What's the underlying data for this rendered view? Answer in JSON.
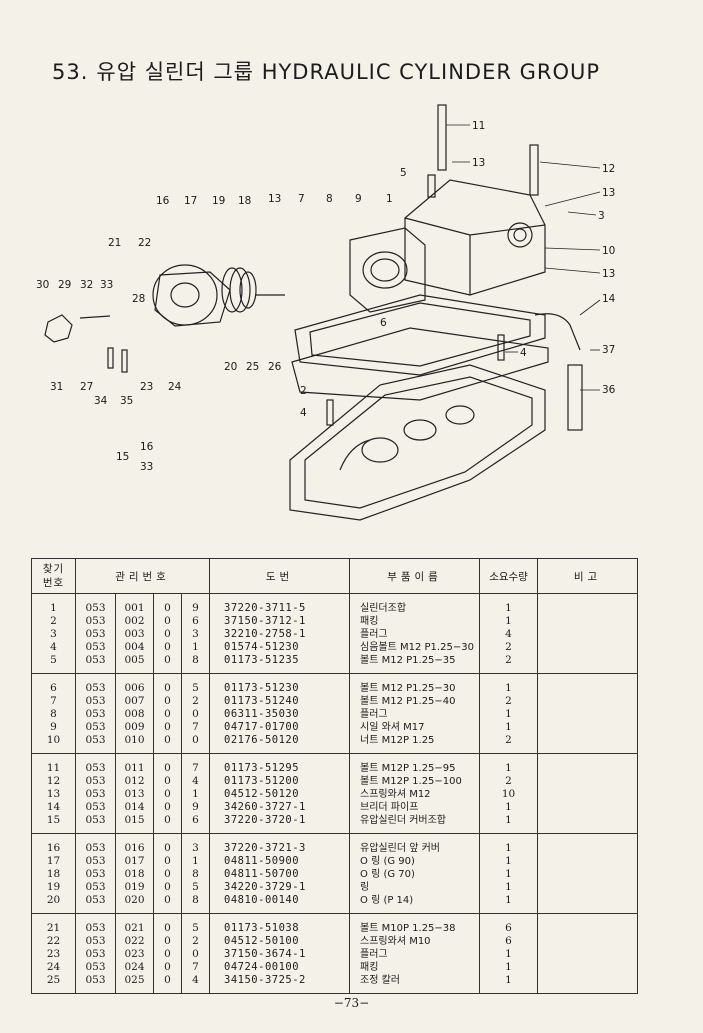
{
  "title": {
    "number": "53.",
    "korean": "유압 실린더 그룹",
    "english": "HYDRAULIC CYLINDER GROUP"
  },
  "callouts": [
    "11",
    "13",
    "5",
    "12",
    "13",
    "3",
    "16",
    "17",
    "19",
    "18",
    "13",
    "7",
    "8",
    "9",
    "1",
    "10",
    "13",
    "14",
    "21",
    "22",
    "30",
    "29",
    "32",
    "33",
    "28",
    "6",
    "4",
    "37",
    "36",
    "20",
    "25",
    "26",
    "2",
    "4",
    "31",
    "27",
    "23",
    "24",
    "34",
    "35",
    "15",
    "16",
    "33"
  ],
  "table": {
    "headers": {
      "ref_line1": "찾기",
      "ref_line2": "번호",
      "mgmt": "관리번호",
      "drawing": "도번",
      "part_name": "부품이름",
      "qty": "소요수량",
      "remarks": "비고"
    },
    "groups": [
      [
        {
          "ref": "1",
          "m1": "053",
          "m2": "001",
          "m3": "0",
          "m4": "9",
          "part_no": "37220-3711-5",
          "name": "실린더조합",
          "qty": "1",
          "remarks": ""
        },
        {
          "ref": "2",
          "m1": "053",
          "m2": "002",
          "m3": "0",
          "m4": "6",
          "part_no": "37150-3712-1",
          "name": "패킹",
          "qty": "1",
          "remarks": ""
        },
        {
          "ref": "3",
          "m1": "053",
          "m2": "003",
          "m3": "0",
          "m4": "3",
          "part_no": "32210-2758-1",
          "name": "플러그",
          "qty": "4",
          "remarks": ""
        },
        {
          "ref": "4",
          "m1": "053",
          "m2": "004",
          "m3": "0",
          "m4": "1",
          "part_no": "01574-51230",
          "name": "심음볼트 M12 P1.25−30",
          "qty": "2",
          "remarks": ""
        },
        {
          "ref": "5",
          "m1": "053",
          "m2": "005",
          "m3": "0",
          "m4": "8",
          "part_no": "01173-51235",
          "name": "볼트 M12 P1.25−35",
          "qty": "2",
          "remarks": ""
        }
      ],
      [
        {
          "ref": "6",
          "m1": "053",
          "m2": "006",
          "m3": "0",
          "m4": "5",
          "part_no": "01173-51230",
          "name": "볼트 M12 P1.25−30",
          "qty": "1",
          "remarks": ""
        },
        {
          "ref": "7",
          "m1": "053",
          "m2": "007",
          "m3": "0",
          "m4": "2",
          "part_no": "01173-51240",
          "name": "볼트 M12 P1.25−40",
          "qty": "2",
          "remarks": ""
        },
        {
          "ref": "8",
          "m1": "053",
          "m2": "008",
          "m3": "0",
          "m4": "0",
          "part_no": "06311-35030",
          "name": "플러그",
          "qty": "1",
          "remarks": ""
        },
        {
          "ref": "9",
          "m1": "053",
          "m2": "009",
          "m3": "0",
          "m4": "7",
          "part_no": "04717-01700",
          "name": "시일 와셔 M17",
          "qty": "1",
          "remarks": ""
        },
        {
          "ref": "10",
          "m1": "053",
          "m2": "010",
          "m3": "0",
          "m4": "0",
          "part_no": "02176-50120",
          "name": "너트 M12P 1.25",
          "qty": "2",
          "remarks": ""
        }
      ],
      [
        {
          "ref": "11",
          "m1": "053",
          "m2": "011",
          "m3": "0",
          "m4": "7",
          "part_no": "01173-51295",
          "name": "볼트 M12P 1.25−95",
          "qty": "1",
          "remarks": ""
        },
        {
          "ref": "12",
          "m1": "053",
          "m2": "012",
          "m3": "0",
          "m4": "4",
          "part_no": "01173-51200",
          "name": "볼트 M12P 1.25−100",
          "qty": "2",
          "remarks": ""
        },
        {
          "ref": "13",
          "m1": "053",
          "m2": "013",
          "m3": "0",
          "m4": "1",
          "part_no": "04512-50120",
          "name": "스프링와셔 M12",
          "qty": "10",
          "remarks": ""
        },
        {
          "ref": "14",
          "m1": "053",
          "m2": "014",
          "m3": "0",
          "m4": "9",
          "part_no": "34260-3727-1",
          "name": "브리더 파이프",
          "qty": "1",
          "remarks": ""
        },
        {
          "ref": "15",
          "m1": "053",
          "m2": "015",
          "m3": "0",
          "m4": "6",
          "part_no": "37220-3720-1",
          "name": "유압실린더 커버조합",
          "qty": "1",
          "remarks": ""
        }
      ],
      [
        {
          "ref": "16",
          "m1": "053",
          "m2": "016",
          "m3": "0",
          "m4": "3",
          "part_no": "37220-3721-3",
          "name": "유압실린더 앞 커버",
          "qty": "1",
          "remarks": ""
        },
        {
          "ref": "17",
          "m1": "053",
          "m2": "017",
          "m3": "0",
          "m4": "1",
          "part_no": "04811-50900",
          "name": "O 링 (G 90)",
          "qty": "1",
          "remarks": ""
        },
        {
          "ref": "18",
          "m1": "053",
          "m2": "018",
          "m3": "0",
          "m4": "8",
          "part_no": "04811-50700",
          "name": "O 링 (G 70)",
          "qty": "1",
          "remarks": ""
        },
        {
          "ref": "19",
          "m1": "053",
          "m2": "019",
          "m3": "0",
          "m4": "5",
          "part_no": "34220-3729-1",
          "name": "링",
          "qty": "1",
          "remarks": ""
        },
        {
          "ref": "20",
          "m1": "053",
          "m2": "020",
          "m3": "0",
          "m4": "8",
          "part_no": "04810-00140",
          "name": "O 링 (P 14)",
          "qty": "1",
          "remarks": ""
        }
      ],
      [
        {
          "ref": "21",
          "m1": "053",
          "m2": "021",
          "m3": "0",
          "m4": "5",
          "part_no": "01173-51038",
          "name": "볼트 M10P 1.25−38",
          "qty": "6",
          "remarks": ""
        },
        {
          "ref": "22",
          "m1": "053",
          "m2": "022",
          "m3": "0",
          "m4": "2",
          "part_no": "04512-50100",
          "name": "스프링와셔 M10",
          "qty": "6",
          "remarks": ""
        },
        {
          "ref": "23",
          "m1": "053",
          "m2": "023",
          "m3": "0",
          "m4": "0",
          "part_no": "37150-3674-1",
          "name": "플러그",
          "qty": "1",
          "remarks": ""
        },
        {
          "ref": "24",
          "m1": "053",
          "m2": "024",
          "m3": "0",
          "m4": "7",
          "part_no": "04724-00100",
          "name": "패킹",
          "qty": "1",
          "remarks": ""
        },
        {
          "ref": "25",
          "m1": "053",
          "m2": "025",
          "m3": "0",
          "m4": "4",
          "part_no": "34150-3725-2",
          "name": "조정 칼러",
          "qty": "1",
          "remarks": ""
        }
      ]
    ]
  },
  "page_number": "−73−"
}
